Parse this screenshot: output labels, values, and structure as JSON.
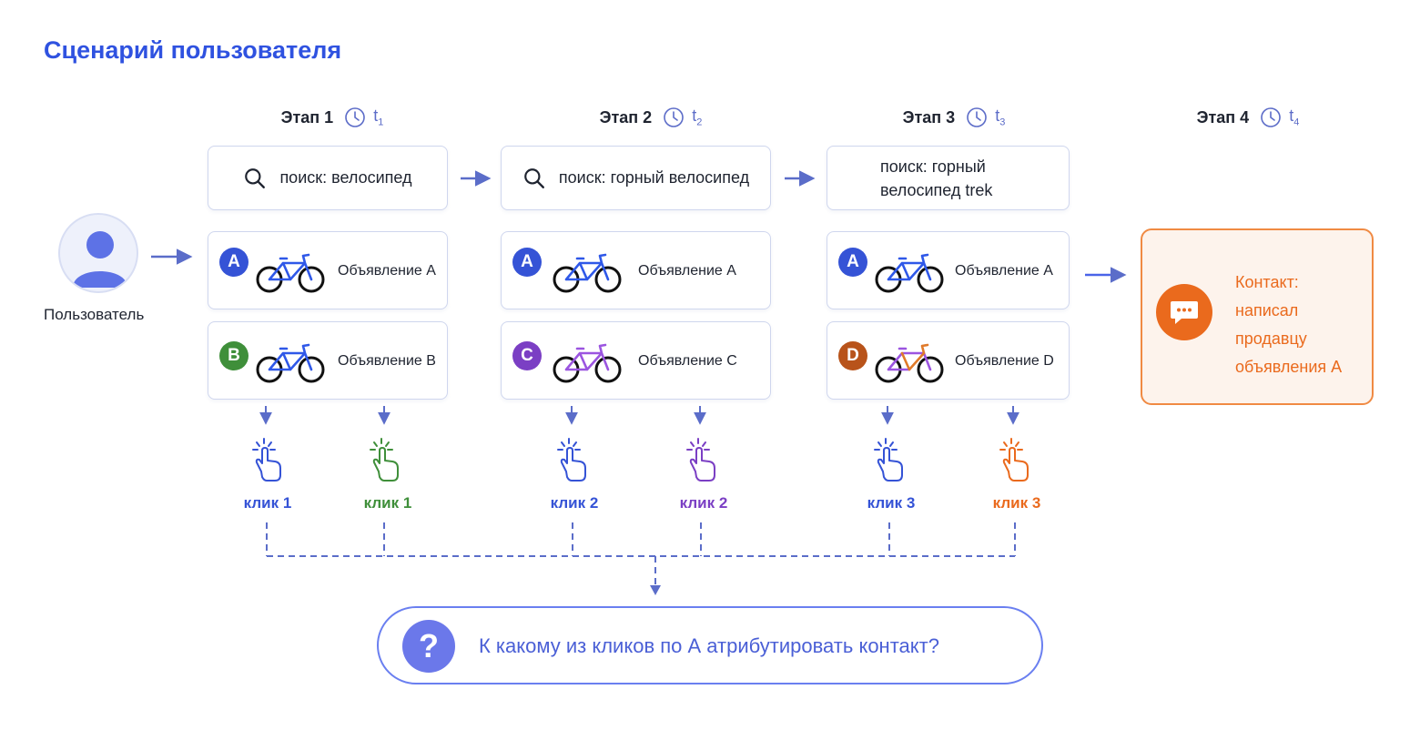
{
  "title": "Сценарий пользователя",
  "user": {
    "label": "Пользователь"
  },
  "stages": [
    {
      "label": "Этап 1",
      "t": "t",
      "sub": "1",
      "search": "поиск: велосипед"
    },
    {
      "label": "Этап 2",
      "t": "t",
      "sub": "2",
      "search": "поиск: горный велосипед"
    },
    {
      "label": "Этап 3",
      "t": "t",
      "sub": "3",
      "search_line1": "поиск: горный",
      "search_line2": "велосипед trek"
    },
    {
      "label": "Этап 4",
      "t": "t",
      "sub": "4"
    }
  ],
  "listings": {
    "s1a": {
      "badge": "A",
      "text": "Объявление A"
    },
    "s1b": {
      "badge": "B",
      "text": "Объявление B"
    },
    "s2a": {
      "badge": "A",
      "text": "Объявление A"
    },
    "s2c": {
      "badge": "C",
      "text": "Объявление C"
    },
    "s3a": {
      "badge": "A",
      "text": "Объявление A"
    },
    "s3d": {
      "badge": "D",
      "text": "Объявление D"
    }
  },
  "clicks": {
    "c1a": "клик 1",
    "c1b": "клик 1",
    "c2a": "клик 2",
    "c2c": "клик 2",
    "c3a": "клик 3",
    "c3d": "клик 3"
  },
  "contact": {
    "line1": "Контакт:",
    "line2": "написал",
    "line3": "продавцу",
    "line4": "объявления А"
  },
  "question": {
    "symbol": "?",
    "text": "К какому из кликов по А атрибутировать контакт?"
  },
  "colors": {
    "blue": "#3553d6",
    "green": "#3f8f3a",
    "purple": "#7b3fc4",
    "brown": "#b8531a",
    "orange": "#ea6a1d",
    "accent": "#2f52e0"
  },
  "icons": [
    "clock-icon",
    "search-icon",
    "bike-icon",
    "user-icon",
    "hand-pointer-icon",
    "chat-icon",
    "question-icon"
  ]
}
